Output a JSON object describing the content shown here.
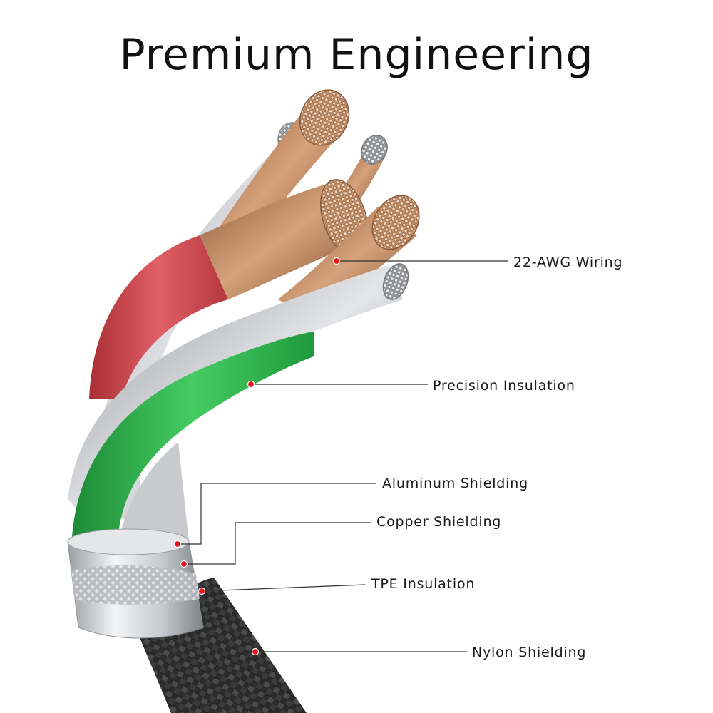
{
  "title": "Premium Engineering",
  "callouts": [
    {
      "id": "awg",
      "label": "22-AWG Wiring"
    },
    {
      "id": "insulation",
      "label": "Precision Insulation"
    },
    {
      "id": "aluminum",
      "label": "Aluminum Shielding"
    },
    {
      "id": "copper",
      "label": "Copper Shielding"
    },
    {
      "id": "tpe",
      "label": "TPE Insulation"
    },
    {
      "id": "nylon",
      "label": "Nylon Shielding"
    }
  ],
  "colors": {
    "marker": "#e8141c",
    "leader_line": "#333333",
    "red_wire": "#d0454a",
    "green_wire": "#2db34a",
    "copper": "#b07a52",
    "silver": "#b9bcc0",
    "nylon": "#2a2a2a"
  }
}
